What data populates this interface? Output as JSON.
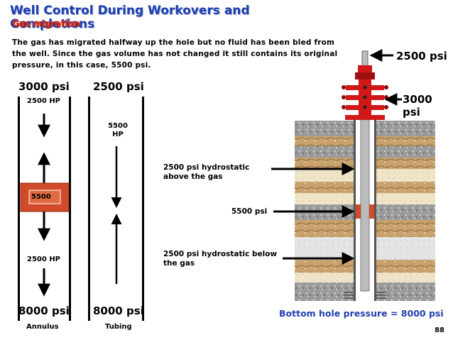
{
  "title": "Well Control During Workovers and Completions",
  "subtitle": "Gas migration",
  "description": "The gas has migrated halfway up the hole but no fluid has been bled from the well. Since the gas volume has not changed it still contains its original pressure, in this case, 5500 psi.",
  "annulus": {
    "top_pressure": "3000 psi",
    "upper_hp": "2500 HP",
    "gas_pressure": "5500",
    "lower_hp": "2500 HP",
    "bottom_pressure": "8000 psi",
    "label": "Annulus"
  },
  "tubing": {
    "top_pressure": "2500 psi",
    "hp": "5500 HP",
    "bottom_pressure": "8000 psi",
    "label": "Tubing"
  },
  "wellhead": {
    "tubing_pressure": "2500 psi",
    "casing_pressure": "3000 psi"
  },
  "callouts": {
    "above": "2500 psi hydrostatic above the gas",
    "gas": "5500 psi",
    "below": "2500 psi hydrostatic below the gas"
  },
  "bottom_hole": "Bottom hole pressure = 8000 psi",
  "page_number": "88",
  "colors": {
    "title": "#1f3fae",
    "subtitle": "#e03020",
    "gas": "#d14a2a",
    "wellhead": "#d01818"
  }
}
